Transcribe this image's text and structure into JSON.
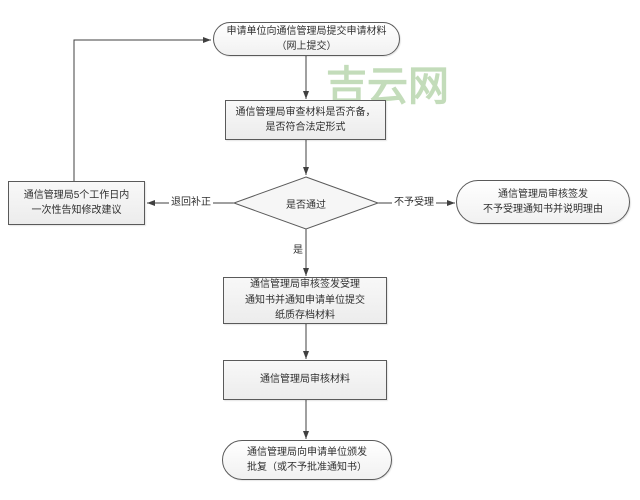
{
  "watermark": {
    "text": "吉云网",
    "color": "#c3dcba"
  },
  "colors": {
    "line": "#404040",
    "node_border": "#5a5a5a",
    "node_fill": "#f2f2f2",
    "text": "#2f2f2f"
  },
  "flowchart": {
    "nodes": {
      "start": {
        "shape": "stadium",
        "lines": [
          "申请单位向通信管理局提交申请材料",
          "（网上提交）"
        ]
      },
      "review": {
        "shape": "rect",
        "lines": [
          "通信管理局审查材料是否齐备，",
          "是否符合法定形式"
        ]
      },
      "decision": {
        "shape": "diamond",
        "label": "是否通过"
      },
      "revise": {
        "shape": "rect",
        "lines": [
          "通信管理局5个工作日内",
          "一次性告知修改建议"
        ]
      },
      "reject": {
        "shape": "stadium",
        "lines": [
          "通信管理局审核签发",
          "不予受理通知书并说明理由"
        ]
      },
      "accept": {
        "shape": "rect",
        "lines": [
          "通信管理局审核签发受理",
          "通知书并通知申请单位提交",
          "纸质存档材料"
        ]
      },
      "audit": {
        "shape": "rect",
        "label": "通信管理局审核材料"
      },
      "issue": {
        "shape": "stadium",
        "lines": [
          "通信管理局向申请单位颁发",
          "批复（或不予批准通知书）"
        ]
      }
    },
    "edge_labels": {
      "return_fix": "退回补正",
      "not_accepted": "不予受理",
      "yes": "是"
    }
  }
}
